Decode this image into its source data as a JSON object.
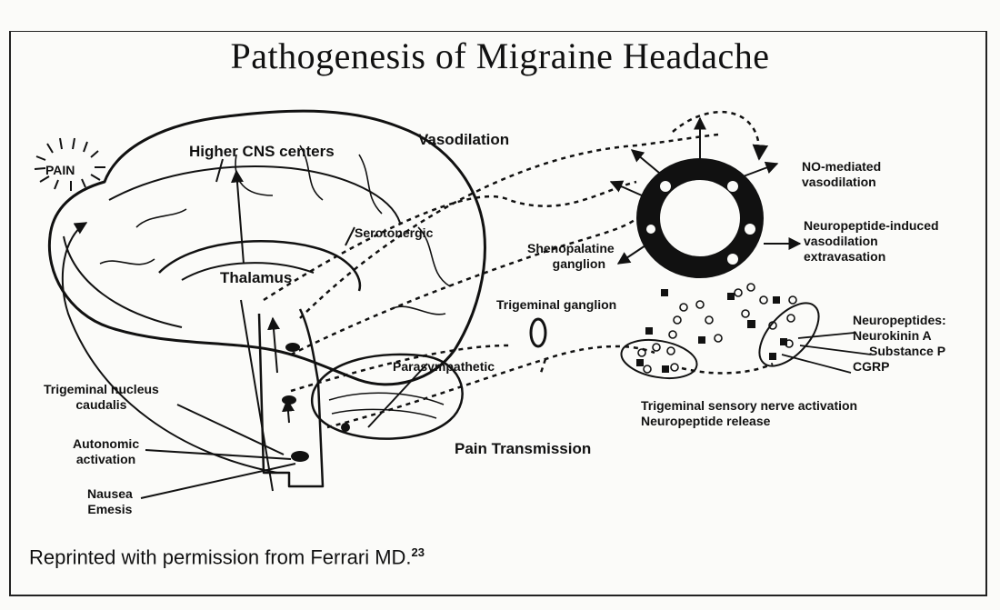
{
  "diagram": {
    "title": "Pathogenesis of Migraine Headache",
    "labels": {
      "pain": "PAIN",
      "higher_cns": "Higher CNS centers",
      "vasodilation": "Vasodilation",
      "serotonergic": "Serotonergic",
      "thalamus": "Thalamus",
      "shenopalatine_1": "Shenopalatine",
      "shenopalatine_2": "ganglion",
      "trigeminal_ganglion": "Trigeminal ganglion",
      "parasympathetic": "Parasympathetic",
      "trig_nucleus_1": "Trigeminal nucleus",
      "trig_nucleus_2": "caudalis",
      "autonomic_1": "Autonomic",
      "autonomic_2": "activation",
      "nausea_1": "Nausea",
      "nausea_2": "Emesis",
      "pain_transmission": "Pain Transmission",
      "no_mediated_1": "NO-mediated",
      "no_mediated_2": "vasodilation",
      "neuropeptide_induced_1": "Neuropeptide-induced",
      "neuropeptide_induced_2": "vasodilation",
      "neuropeptide_induced_3": "extravasation",
      "neuropeptides_1": "Neuropeptides:",
      "neuropeptides_2": "Neurokinin A",
      "neuropeptides_3": "Substance P",
      "neuropeptides_4": "CGRP",
      "sensory_1": "Trigeminal sensory nerve activation",
      "sensory_2": "Neuropeptide release"
    },
    "caption": "Reprinted with permission from Ferrari MD.",
    "caption_ref": "23"
  }
}
